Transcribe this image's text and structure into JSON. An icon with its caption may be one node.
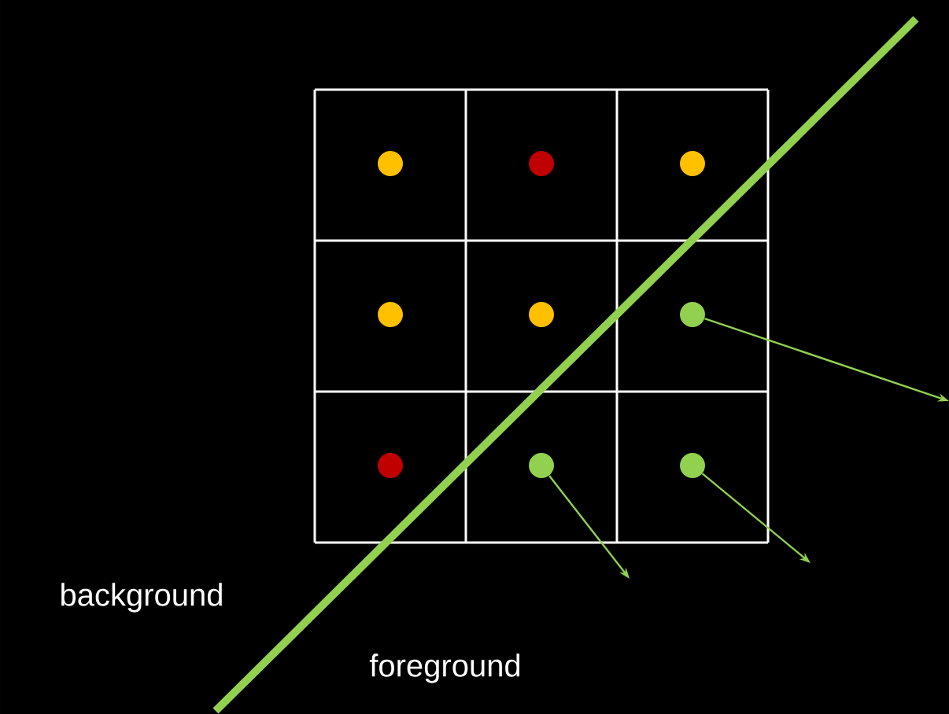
{
  "diagram": {
    "nodes": [
      {
        "text": [],
        "shape": "circle"
      },
      {
        "text": [],
        "shape": "circle"
      },
      {
        "text": [],
        "shape": "circle"
      },
      {
        "text": [],
        "shape": "circle"
      },
      {
        "text": [],
        "shape": "circle"
      },
      {
        "text": [],
        "shape": "circle"
      },
      {
        "text": [],
        "shape": "circle"
      },
      {
        "text": [],
        "shape": "circle"
      },
      {
        "text": [],
        "shape": "circle"
      }
    ],
    "edges": [
      {
        "from": 5,
        "to": null,
        "arrow": "to"
      },
      {
        "from": 7,
        "to": null,
        "arrow": "to"
      },
      {
        "from": 8,
        "to": null,
        "arrow": "to"
      }
    ],
    "labels": [
      "background",
      "foreground"
    ]
  }
}
